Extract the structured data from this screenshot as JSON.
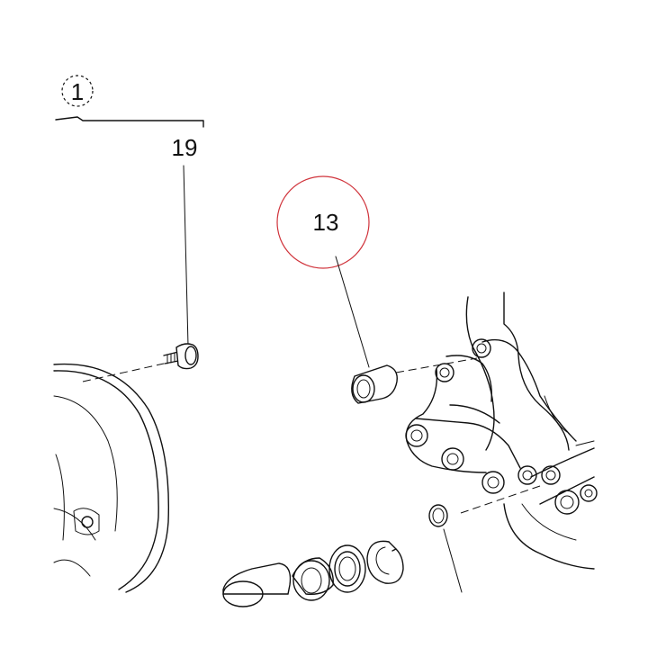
{
  "assembly": {
    "number": "1"
  },
  "callouts": {
    "bolt": "19",
    "bushing": "13"
  },
  "colors": {
    "line": "#111111",
    "highlight_circle": "#d0343c",
    "background": "#ffffff"
  }
}
